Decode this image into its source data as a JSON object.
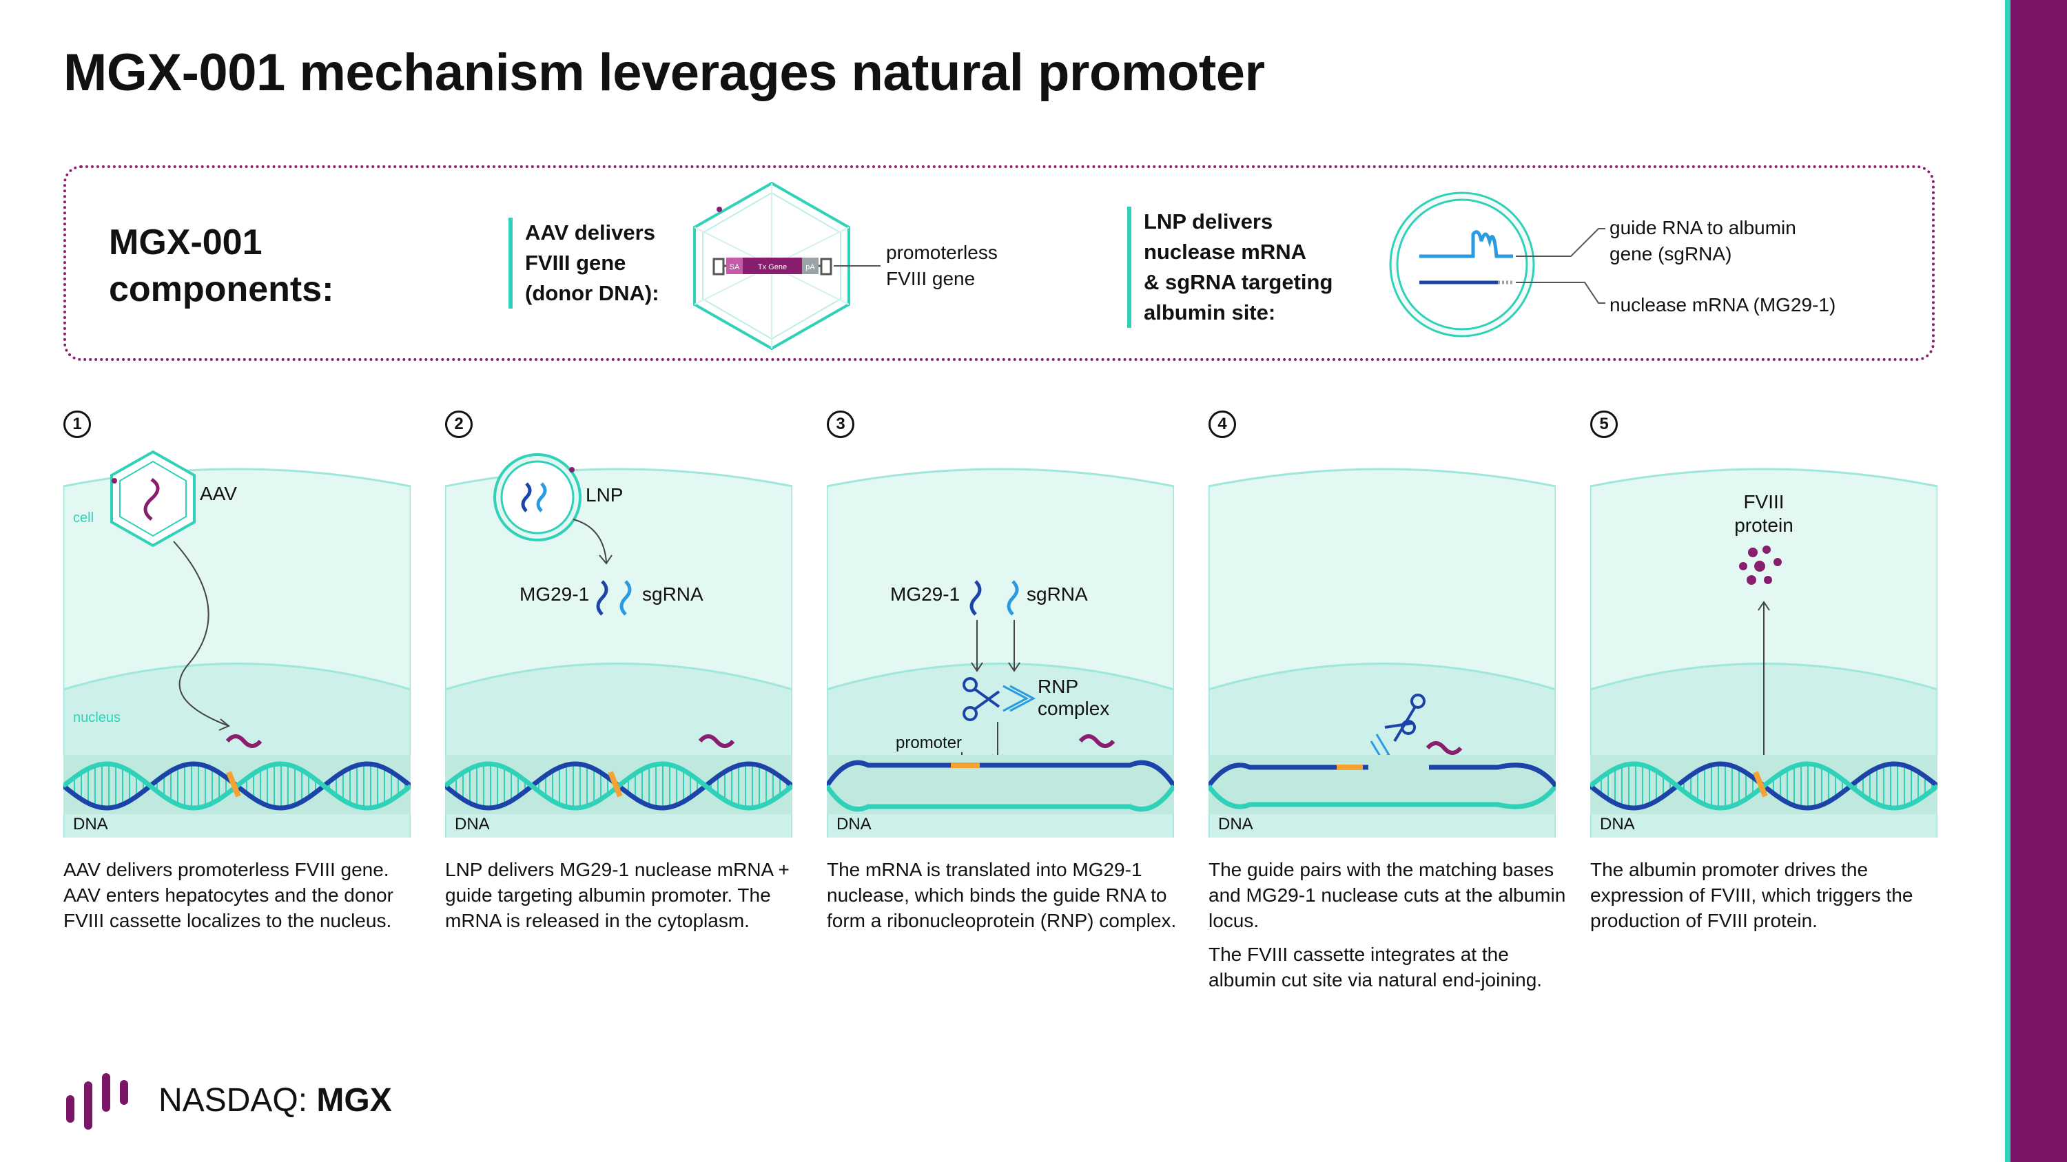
{
  "title": "MGX-001 mechanism leverages natural promoter",
  "components": {
    "heading": "MGX-001\ncomponents:",
    "aav_label": "AAV delivers\nFVIII gene\n(donor DNA):",
    "aav_callout": "promoterless\nFVIII gene",
    "aav_cassette": [
      "SA",
      "Tx Gene",
      "pA"
    ],
    "lnp_label": "LNP delivers\nnuclease mRNA\n& sgRNA targeting\nalbumin site:",
    "guide_callout": "guide RNA to albumin\ngene (sgRNA)",
    "nuclease_callout": "nuclease mRNA (MG29-1)"
  },
  "diagram_labels": {
    "cell": "cell",
    "nucleus": "nucleus",
    "dna": "DNA",
    "aav": "AAV",
    "lnp": "LNP",
    "mg29": "MG29-1",
    "sgrna": "sgRNA",
    "rnp_line1": "RNP",
    "rnp_line2": "complex",
    "promoter": "promoter",
    "fviii_line1": "FVIII",
    "fviii_line2": "protein"
  },
  "steps": [
    {
      "number": "1",
      "desc": [
        "AAV delivers promoterless FVIII gene. AAV enters hepatocytes and the donor FVIII cassette localizes to the nucleus."
      ]
    },
    {
      "number": "2",
      "desc": [
        "LNP delivers MG29-1 nuclease mRNA + guide targeting albumin promoter. The mRNA is released in the cytoplasm."
      ]
    },
    {
      "number": "3",
      "desc": [
        "The mRNA is translated into MG29-1 nuclease, which binds the guide RNA to form a ribonucleoprotein (RNP) complex."
      ]
    },
    {
      "number": "4",
      "desc": [
        "The guide pairs with the matching bases and MG29-1 nuclease cuts at the albumin locus.",
        "The FVIII cassette integrates at the albumin cut site via natural end-joining."
      ]
    },
    {
      "number": "5",
      "desc": [
        "The albumin promoter drives the expression of FVIII, which triggers the production of FVIII protein."
      ]
    }
  ],
  "footer": {
    "exchange": "NASDAQ:",
    "ticker": "MGX"
  },
  "colors": {
    "brand_purple": "#7c1467",
    "teal": "#2fd1b8",
    "cell_fill": "#e3f7f3",
    "nucleus_fill": "#cdf1ea",
    "dna_blue": "#1c44a8",
    "orange": "#f3a233",
    "magenta": "#8a1e6e",
    "rna_blue": "#2a9be0"
  }
}
